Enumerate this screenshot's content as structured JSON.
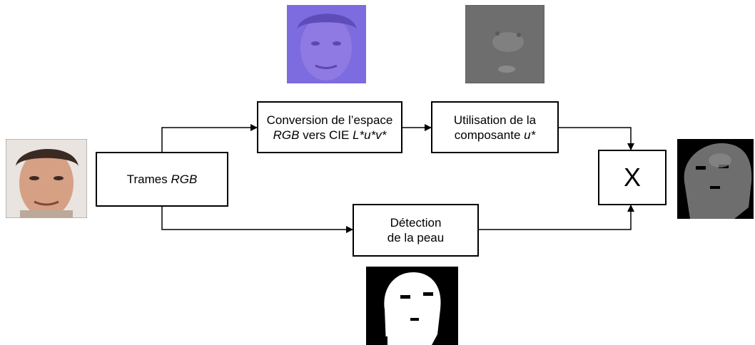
{
  "nodes": {
    "trames": {
      "label": "Trames",
      "label_italic": "RGB"
    },
    "conversion": {
      "line1": "Conversion de l’espace",
      "line2_italic_a": "RGB",
      "line2_mid": " vers CIE ",
      "line2_italic_b": "L*u*v*"
    },
    "utilisation": {
      "line1": "Utilisation de la",
      "line2": "composante",
      "line2_italic": "u*"
    },
    "detection": {
      "line1": "Détection",
      "line2": "de la peau"
    },
    "multiply": {
      "symbol": "X"
    }
  },
  "images": {
    "input_face": "face-photo",
    "luv_image": "luv-converted-face",
    "u_component": "u-component-grayscale",
    "skin_mask": "binary-skin-mask",
    "result": "masked-u-component-result"
  },
  "colors": {
    "stroke": "#000000",
    "luv_tint": "#7d6be0",
    "u_gray": "#6e6e6e",
    "mask_white": "#ffffff",
    "mask_black": "#000000",
    "skin": "#d9a48a",
    "hair": "#3a2a22"
  }
}
